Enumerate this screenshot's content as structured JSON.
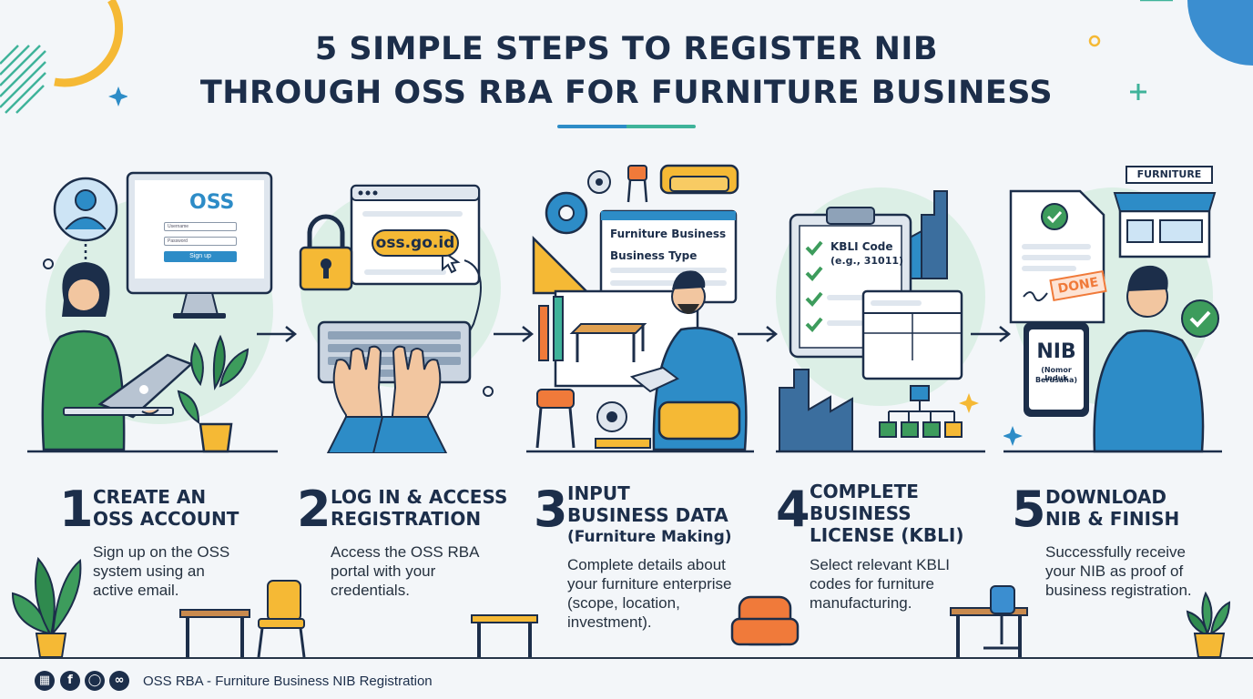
{
  "title": {
    "line1": "5 SIMPLE STEPS TO REGISTER NIB",
    "line2": "THROUGH OSS RBA FOR FURNITURE BUSINESS"
  },
  "illustrations": {
    "step1": {
      "logo_text": "OSS",
      "field1_placeholder": "Username",
      "field2_placeholder": "Password",
      "button_label": "Sign up"
    },
    "step2": {
      "url": "oss.go.id"
    },
    "step3": {
      "form_title": "Furniture Business",
      "form_field": "Business Type"
    },
    "step4": {
      "checklist_title": "KBLI Code",
      "checklist_sub": "(e.g., 31011)"
    },
    "step5": {
      "shop_sign": "FURNITURE",
      "stamp": "DONE",
      "tablet_title": "NIB",
      "tablet_sub1": "(Nomor Induk",
      "tablet_sub2": "Berusaha)"
    }
  },
  "steps": [
    {
      "number": "1",
      "heading": [
        "CREATE AN",
        "OSS ACCOUNT"
      ],
      "description": [
        "Sign up on the OSS",
        "system using an",
        "active email."
      ]
    },
    {
      "number": "2",
      "heading": [
        "LOG IN & ACCESS",
        "REGISTRATION"
      ],
      "description": [
        "Access the OSS RBA",
        "portal with your",
        "credentials."
      ]
    },
    {
      "number": "3",
      "heading": [
        "INPUT",
        "BUSINESS DATA",
        "(Furniture Making)"
      ],
      "description": [
        "Complete details about",
        "your furniture enterprise",
        "(scope, location,",
        "investment)."
      ]
    },
    {
      "number": "4",
      "heading": [
        "COMPLETE",
        "BUSINESS",
        "LICENSE (KBLI)"
      ],
      "description": [
        "Select relevant KBLI",
        "codes for furniture",
        "manufacturing."
      ]
    },
    {
      "number": "5",
      "heading": [
        "DOWNLOAD",
        "NIB & FINISH"
      ],
      "description": [
        "Successfully receive",
        "your NIB as proof of",
        "business registration."
      ]
    }
  ],
  "footer": {
    "text": "OSS RBA - Furniture Business NIB Registration",
    "icons": [
      "building-icon",
      "facebook-icon",
      "instagram-icon",
      "link-icon"
    ]
  },
  "colors": {
    "navy": "#1c2e4a",
    "blue": "#2d8cc7",
    "teal": "#3fb39a",
    "orange": "#f07a3a",
    "yellow": "#f5b935",
    "green": "#3d9c5c"
  }
}
